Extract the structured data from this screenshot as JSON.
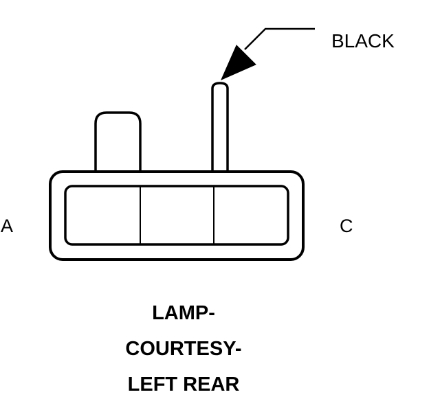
{
  "diagram": {
    "callout_label": "BLACK",
    "pin_left_label": "A",
    "pin_right_label": "C",
    "title_lines": [
      "LAMP-",
      "COURTESY-",
      "LEFT REAR"
    ]
  },
  "colors": {
    "stroke": "#000000",
    "background": "#ffffff"
  }
}
